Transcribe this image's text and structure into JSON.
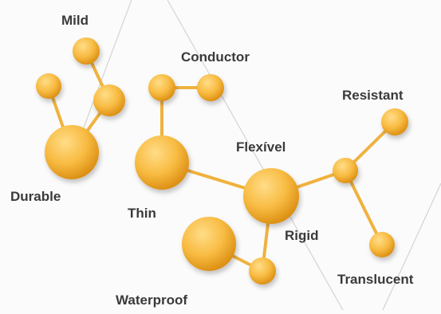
{
  "colors": {
    "node_light": "#ffdd88",
    "node_mid": "#f8bb42",
    "node_dark": "#d98c10",
    "edge": "#f0b23e",
    "background": "#fbfbfb",
    "text": "#3a3a3a"
  },
  "diagram": {
    "center_label": "Flexível",
    "labels": {
      "mild": "Mild",
      "conductor": "Conductor",
      "resistant": "Resistant",
      "durable": "Durable",
      "thin": "Thin",
      "rigid": "Rigid",
      "translucent": "Translucent",
      "waterproof": "Waterproof"
    },
    "nodes": [
      {
        "id": "mild-node"
      },
      {
        "id": "mild-mid-node"
      },
      {
        "id": "durable-small-node"
      },
      {
        "id": "durable-node"
      },
      {
        "id": "conductor-left-node"
      },
      {
        "id": "conductor-right-node"
      },
      {
        "id": "thin-node"
      },
      {
        "id": "center-node"
      },
      {
        "id": "junction-node"
      },
      {
        "id": "resistant-node"
      },
      {
        "id": "translucent-node"
      },
      {
        "id": "waterproof-node"
      },
      {
        "id": "waterproof-link-node"
      }
    ],
    "edges": [
      [
        "mild-node",
        "mild-mid-node"
      ],
      [
        "mild-mid-node",
        "durable-node"
      ],
      [
        "durable-small-node",
        "durable-node"
      ],
      [
        "conductor-left-node",
        "conductor-right-node"
      ],
      [
        "conductor-left-node",
        "thin-node"
      ],
      [
        "thin-node",
        "center-node"
      ],
      [
        "center-node",
        "junction-node"
      ],
      [
        "junction-node",
        "resistant-node"
      ],
      [
        "junction-node",
        "translucent-node"
      ],
      [
        "center-node",
        "waterproof-link-node"
      ],
      [
        "waterproof-node",
        "waterproof-link-node"
      ]
    ]
  }
}
